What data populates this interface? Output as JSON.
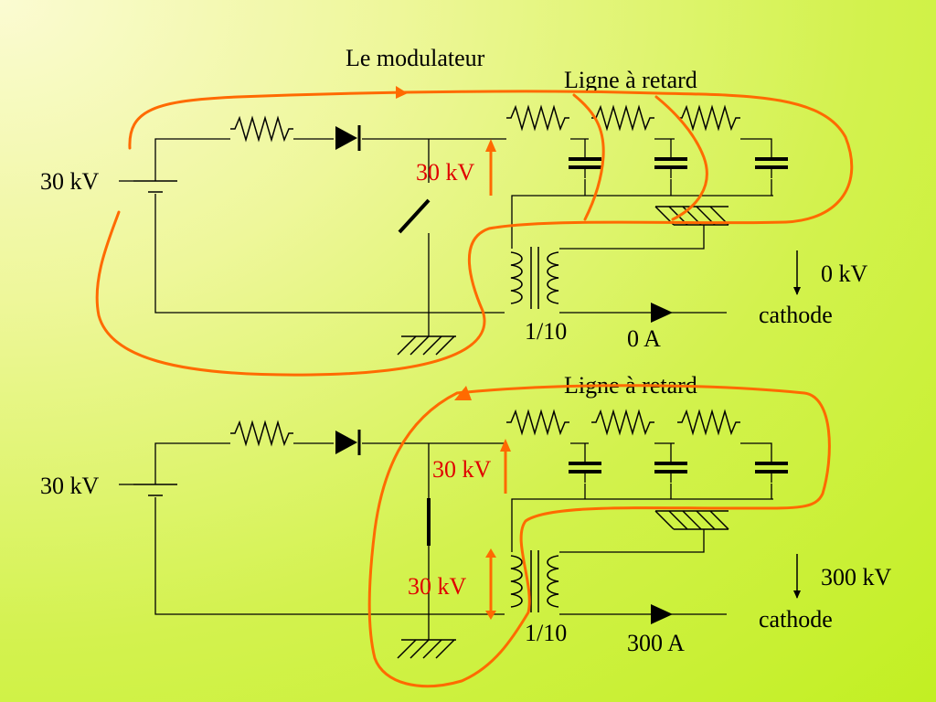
{
  "title": "Le modulateur",
  "colors": {
    "background_light": "#fbfbd2",
    "background_green": "#c2ef22",
    "wire": "#000000",
    "current_loop": "#ff6a00",
    "voltage_label": "#e00000"
  },
  "top_circuit": {
    "delay_line_label": "Ligne à retard",
    "source_voltage": "30 kV",
    "switch_voltage": "30 kV",
    "transformer_ratio": "1/10",
    "output_voltage": "0 kV",
    "output_current": "0 A",
    "output_label": "cathode",
    "switch_state": "open"
  },
  "bottom_circuit": {
    "delay_line_label": "Ligne à retard",
    "source_voltage": "30 kV",
    "line_voltage": "30 kV",
    "primary_voltage": "30 kV",
    "transformer_ratio": "1/10",
    "output_voltage": "300 kV",
    "output_current": "300 A",
    "output_label": "cathode",
    "switch_state": "closed"
  }
}
